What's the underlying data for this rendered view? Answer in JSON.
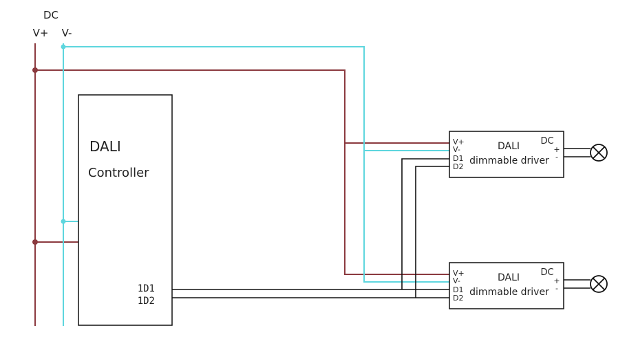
{
  "colors": {
    "positive_wire": "#8b3a3f",
    "negative_wire": "#5ed6de",
    "signal_wire": "#111111",
    "box_stroke": "#111111",
    "lamp": "#111111"
  },
  "power": {
    "title": "DC",
    "v_plus": "V+",
    "v_minus": "V-"
  },
  "controller": {
    "title": "DALI",
    "subtitle": "Controller",
    "d1": "1D1",
    "d2": "1D2"
  },
  "drivers": [
    {
      "v_plus": "V+",
      "v_minus": "V-",
      "d1": "D1",
      "d2": "D2",
      "title": "DALI",
      "subtitle": "dimmable driver",
      "dc": "DC",
      "plus": "+",
      "minus": "-",
      "lamp_icon": "lamp-cross-icon"
    },
    {
      "v_plus": "V+",
      "v_minus": "V-",
      "d1": "D1",
      "d2": "D2",
      "title": "DALI",
      "subtitle": "dimmable driver",
      "dc": "DC",
      "plus": "+",
      "minus": "-",
      "lamp_icon": "lamp-cross-icon"
    }
  ]
}
